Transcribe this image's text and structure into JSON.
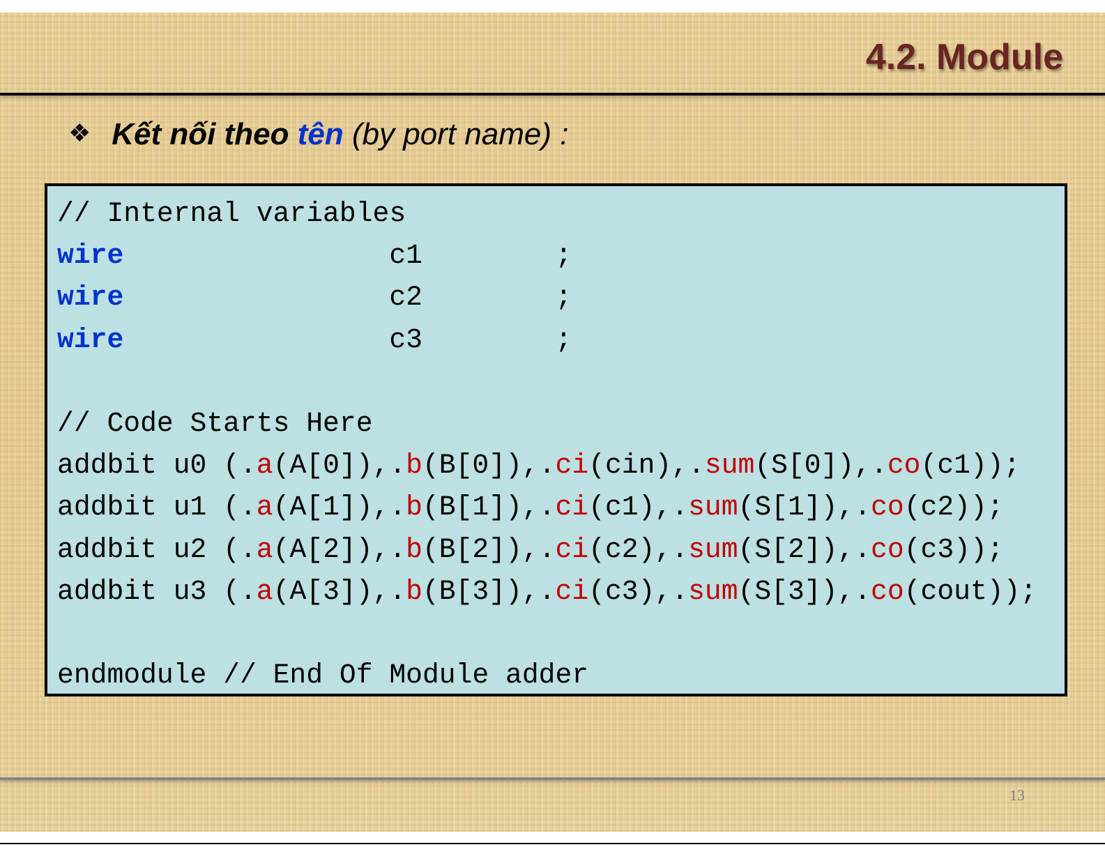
{
  "slide": {
    "title": "4.2. Module",
    "bullet": {
      "icon": "diamond-bullet-icon",
      "part1": "Kết nối theo ",
      "highlight": "tên",
      "part2": " (by port name) :"
    },
    "code_lines": [
      [
        {
          "t": "c",
          "v": "// Internal variables"
        }
      ],
      [
        {
          "t": "k",
          "v": "wire"
        },
        {
          "t": "p",
          "v": "                c1        ;"
        }
      ],
      [
        {
          "t": "k",
          "v": "wire"
        },
        {
          "t": "p",
          "v": "                c2        ;"
        }
      ],
      [
        {
          "t": "k",
          "v": "wire"
        },
        {
          "t": "p",
          "v": "                c3        ;"
        }
      ],
      [],
      [
        {
          "t": "c",
          "v": "// Code Starts Here"
        }
      ],
      [
        {
          "t": "p",
          "v": "addbit u0 (."
        },
        {
          "t": "r",
          "v": "a"
        },
        {
          "t": "p",
          "v": "(A[0]),."
        },
        {
          "t": "r",
          "v": "b"
        },
        {
          "t": "p",
          "v": "(B[0]),."
        },
        {
          "t": "r",
          "v": "ci"
        },
        {
          "t": "p",
          "v": "(cin),."
        },
        {
          "t": "r",
          "v": "sum"
        },
        {
          "t": "p",
          "v": "(S[0]),."
        },
        {
          "t": "r",
          "v": "co"
        },
        {
          "t": "p",
          "v": "(c1));"
        }
      ],
      [
        {
          "t": "p",
          "v": "addbit u1 (."
        },
        {
          "t": "r",
          "v": "a"
        },
        {
          "t": "p",
          "v": "(A[1]),."
        },
        {
          "t": "r",
          "v": "b"
        },
        {
          "t": "p",
          "v": "(B[1]),."
        },
        {
          "t": "r",
          "v": "ci"
        },
        {
          "t": "p",
          "v": "(c1),."
        },
        {
          "t": "r",
          "v": "sum"
        },
        {
          "t": "p",
          "v": "(S[1]),."
        },
        {
          "t": "r",
          "v": "co"
        },
        {
          "t": "p",
          "v": "(c2));"
        }
      ],
      [
        {
          "t": "p",
          "v": "addbit u2 (."
        },
        {
          "t": "r",
          "v": "a"
        },
        {
          "t": "p",
          "v": "(A[2]),."
        },
        {
          "t": "r",
          "v": "b"
        },
        {
          "t": "p",
          "v": "(B[2]),."
        },
        {
          "t": "r",
          "v": "ci"
        },
        {
          "t": "p",
          "v": "(c2),."
        },
        {
          "t": "r",
          "v": "sum"
        },
        {
          "t": "p",
          "v": "(S[2]),."
        },
        {
          "t": "r",
          "v": "co"
        },
        {
          "t": "p",
          "v": "(c3));"
        }
      ],
      [
        {
          "t": "p",
          "v": "addbit u3 (."
        },
        {
          "t": "r",
          "v": "a"
        },
        {
          "t": "p",
          "v": "(A[3]),."
        },
        {
          "t": "r",
          "v": "b"
        },
        {
          "t": "p",
          "v": "(B[3]),."
        },
        {
          "t": "r",
          "v": "ci"
        },
        {
          "t": "p",
          "v": "(c3),."
        },
        {
          "t": "r",
          "v": "sum"
        },
        {
          "t": "p",
          "v": "(S[3]),."
        },
        {
          "t": "r",
          "v": "co"
        },
        {
          "t": "p",
          "v": "(cout));"
        }
      ],
      [],
      [
        {
          "t": "p",
          "v": "endmodule // End Of Module adder"
        }
      ]
    ],
    "page_number": "13",
    "colors": {
      "title": "#6b2424",
      "keyword": "#0033cc",
      "port": "#c00000",
      "code_bg": "#bde0e2"
    }
  }
}
